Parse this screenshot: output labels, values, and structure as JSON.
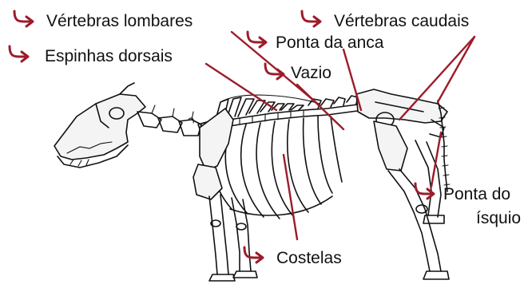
{
  "colors": {
    "accent": "#9c1c2a",
    "ink": "#111111",
    "background": "#ffffff"
  },
  "labels": {
    "vertebras_lombares": "Vértebras lombares",
    "vertebras_caudais": "Vértebras caudais",
    "ponta_da_anca": "Ponta da anca",
    "espinhas_dorsais": "Espinhas dorsais",
    "vazio": "Vazio",
    "ponta_do_isquio_line1": "Ponta do",
    "ponta_do_isquio_line2": "ísquio",
    "costelas": "Costelas"
  },
  "icons": {
    "label_marker": "hooked-arrow-icon",
    "skeleton": "horse-skeleton-illustration"
  }
}
